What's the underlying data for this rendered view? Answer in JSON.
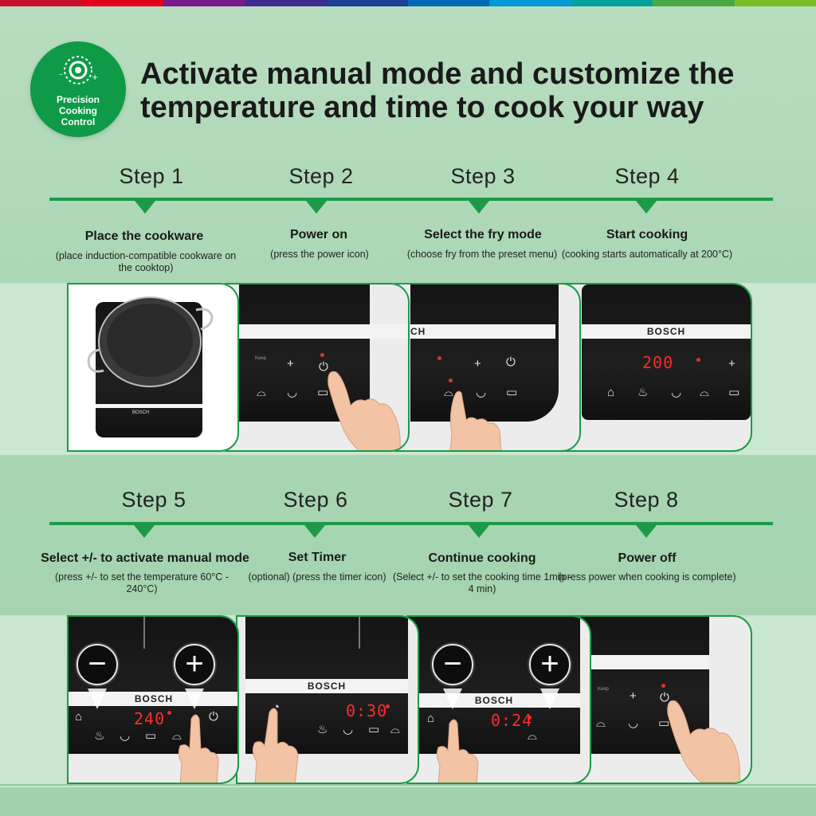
{
  "badge": {
    "line1": "Precision",
    "line2": "Cooking",
    "line3": "Control"
  },
  "title": "Activate manual mode and customize the temperature and time to cook your way",
  "steps": [
    {
      "label": "Step 1",
      "head": "Place the cookware",
      "desc": "(place induction-compatible cookware on the cooktop)"
    },
    {
      "label": "Step 2",
      "head": "Power on",
      "desc": "(press the power icon)"
    },
    {
      "label": "Step 3",
      "head": "Select the fry mode",
      "desc": "(choose fry from the preset menu)"
    },
    {
      "label": "Step 4",
      "head": "Start cooking",
      "desc": "(cooking starts automatically at 200°C)"
    },
    {
      "label": "Step 5",
      "head": "Select +/- to activate manual mode",
      "desc": "(press +/- to set the temperature 60°C - 240°C)"
    },
    {
      "label": "Step 6",
      "head": "Set Timer",
      "desc": "(optional) (press the timer icon)"
    },
    {
      "label": "Step 7",
      "head": "Continue cooking",
      "desc": "(Select +/- to set the cooking time 1min - 4 min)"
    },
    {
      "label": "Step 8",
      "head": "Power off",
      "desc": "(press power when cooking is complete)"
    }
  ],
  "panels": {
    "brand": "BOSCH",
    "brand_partial": "CH",
    "display_step4": "200",
    "display_step5": "240",
    "display_step6": "0:30",
    "display_step7": "0:24",
    "minus": "−",
    "plus": "+"
  },
  "colors": {
    "accent": "#1d9a48",
    "badge": "#0e9a47",
    "display_red": "#ff2b2b",
    "strip": [
      "#c8102e",
      "#e2001a",
      "#7a1b8c",
      "#3c2c8f",
      "#1b3f94",
      "#0069b4",
      "#0098d6",
      "#00a19a",
      "#4aa842",
      "#78be20"
    ]
  },
  "icons": [
    "precision-dial-icon",
    "power-icon",
    "fry-icon",
    "hand-pointer-icon",
    "wok-icon"
  ]
}
